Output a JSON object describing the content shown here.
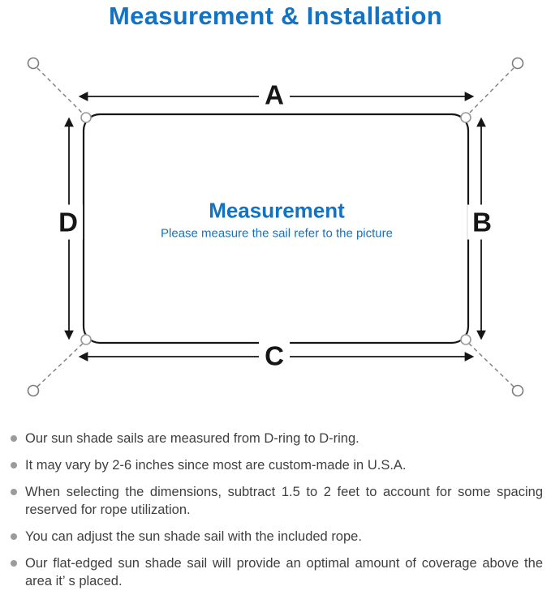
{
  "page": {
    "title": "Measurement & Installation"
  },
  "diagram": {
    "dimension_labels": {
      "a": "A",
      "b": "B",
      "c": "C",
      "d": "D"
    },
    "center_title": "Measurement",
    "center_subtitle": "Please measure the sail refer to the picture"
  },
  "notes": {
    "items": [
      "Our sun shade sails are measured from D-ring to D-ring.",
      "It may vary by 2-6 inches since most are custom-made in U.S.A.",
      "When selecting the dimensions, subtract 1.5 to 2 feet to account for some spacing reserved for rope utilization.",
      "You can adjust the sun shade sail with the included rope.",
      "Our flat-edged sun shade sail will provide an optimal amount of coverage above the area it’ s placed."
    ]
  },
  "colors": {
    "accent-blue": "#1273c4",
    "line-dark": "#161616",
    "anchor-gray": "#7d7d7d",
    "bullet-gray": "#9b9b9b",
    "text-dark": "#3f3f3f"
  }
}
